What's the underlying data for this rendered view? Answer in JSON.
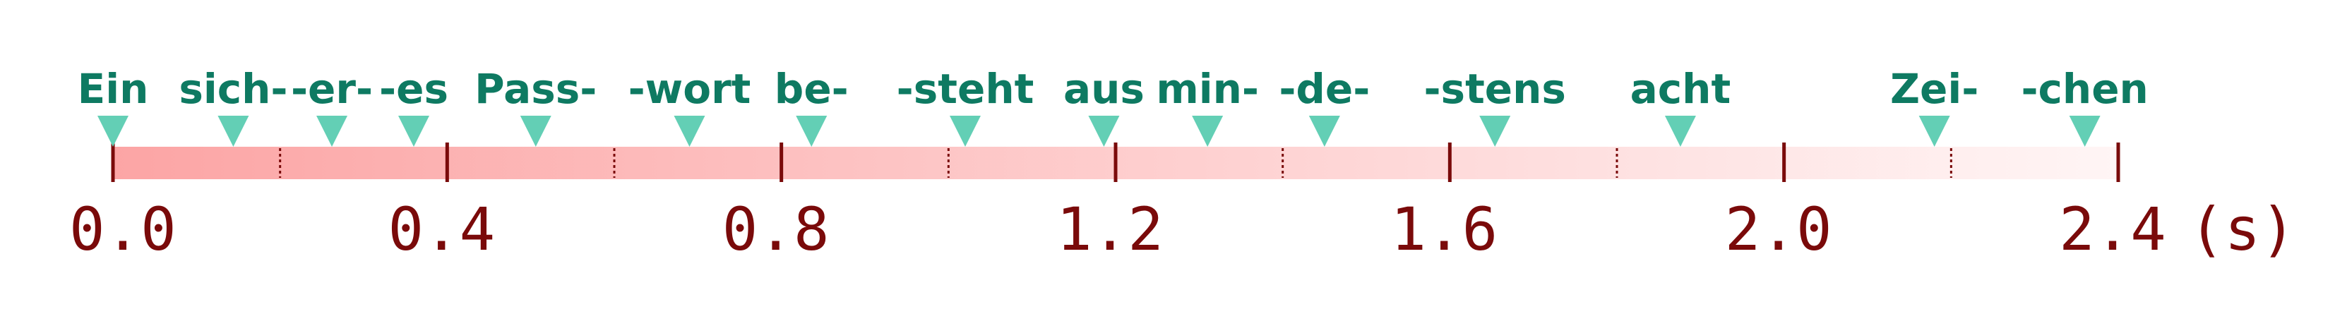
{
  "timeline": {
    "start": 0.0,
    "end": 2.4,
    "unit_label": "(s)",
    "major_ticks": [
      {
        "value": 0.0,
        "label": "0.0"
      },
      {
        "value": 0.4,
        "label": "0.4"
      },
      {
        "value": 0.8,
        "label": "0.8"
      },
      {
        "value": 1.2,
        "label": "1.2"
      },
      {
        "value": 1.6,
        "label": "1.6"
      },
      {
        "value": 2.0,
        "label": "2.0"
      },
      {
        "value": 2.4,
        "label": "2.4"
      }
    ],
    "minor_ticks": [
      0.2,
      0.6,
      1.0,
      1.4,
      1.8,
      2.2
    ],
    "colors": {
      "bar_start": "#fca5a5",
      "bar_end": "#fff5f5",
      "tick": "#7a0a0a",
      "marker": "#63cfb5",
      "word_text": "#0e7a62"
    }
  },
  "words": [
    {
      "text": "Ein",
      "time": 0.0
    },
    {
      "text": "sich-",
      "time": 0.144
    },
    {
      "text": "-er-",
      "time": 0.262
    },
    {
      "text": "-es",
      "time": 0.36
    },
    {
      "text": "Pass-",
      "time": 0.506
    },
    {
      "text": "-wort",
      "time": 0.69
    },
    {
      "text": "be-",
      "time": 0.836
    },
    {
      "text": "-steht",
      "time": 1.02
    },
    {
      "text": "aus",
      "time": 1.186
    },
    {
      "text": "min-",
      "time": 1.31
    },
    {
      "text": "-de-",
      "time": 1.45
    },
    {
      "text": "-stens",
      "time": 1.654
    },
    {
      "text": "acht",
      "time": 1.876
    },
    {
      "text": "Zei-",
      "time": 2.18
    },
    {
      "text": "-chen",
      "time": 2.36
    }
  ]
}
